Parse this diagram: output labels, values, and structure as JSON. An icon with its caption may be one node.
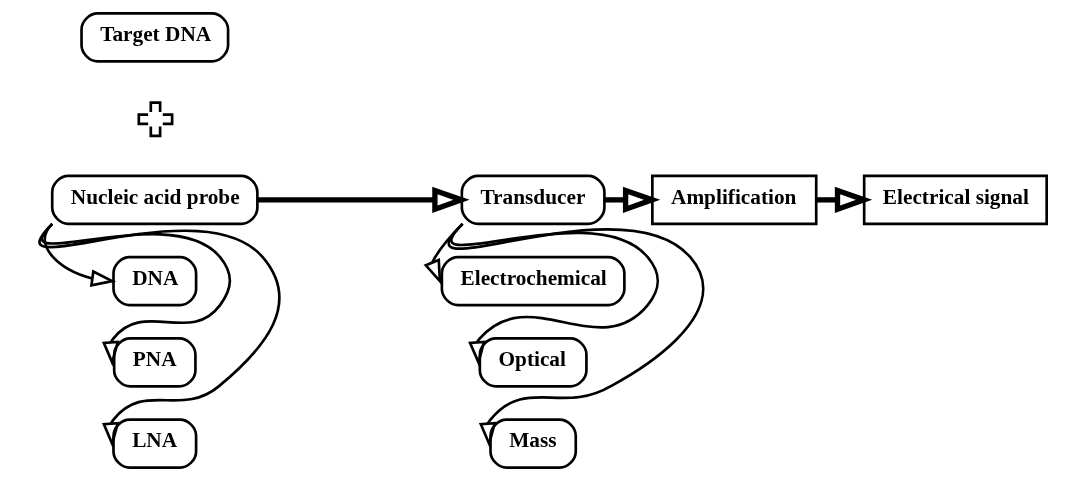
{
  "diagram": {
    "nodes": [
      {
        "text": [
          "Target DNA"
        ]
      },
      {
        "text": [],
        "shape": "cross"
      },
      {
        "text": [
          "Nucleic acid probe"
        ]
      },
      {
        "text": [
          "DNA"
        ]
      },
      {
        "text": [
          "PNA"
        ]
      },
      {
        "text": [
          "LNA"
        ]
      },
      {
        "text": [
          "Transducer"
        ]
      },
      {
        "text": [
          "Electrochemical"
        ]
      },
      {
        "text": [
          "Optical"
        ]
      },
      {
        "text": [
          "Mass"
        ]
      },
      {
        "text": [
          "Amplification"
        ]
      },
      {
        "text": [
          "Electrical signal"
        ]
      }
    ],
    "edges": [
      {
        "from": 2,
        "to": 6,
        "arrow": "to",
        "style": "thick"
      },
      {
        "from": 6,
        "to": 10,
        "arrow": "to",
        "style": "thick"
      },
      {
        "from": 10,
        "to": 11,
        "arrow": "to",
        "style": "thick"
      },
      {
        "from": 2,
        "to": 3,
        "arrow": "to"
      },
      {
        "from": 2,
        "to": 4,
        "arrow": "to"
      },
      {
        "from": 2,
        "to": 5,
        "arrow": "to"
      },
      {
        "from": 6,
        "to": 7,
        "arrow": "to"
      },
      {
        "from": 6,
        "to": 8,
        "arrow": "to"
      },
      {
        "from": 6,
        "to": 9,
        "arrow": "to"
      }
    ]
  }
}
